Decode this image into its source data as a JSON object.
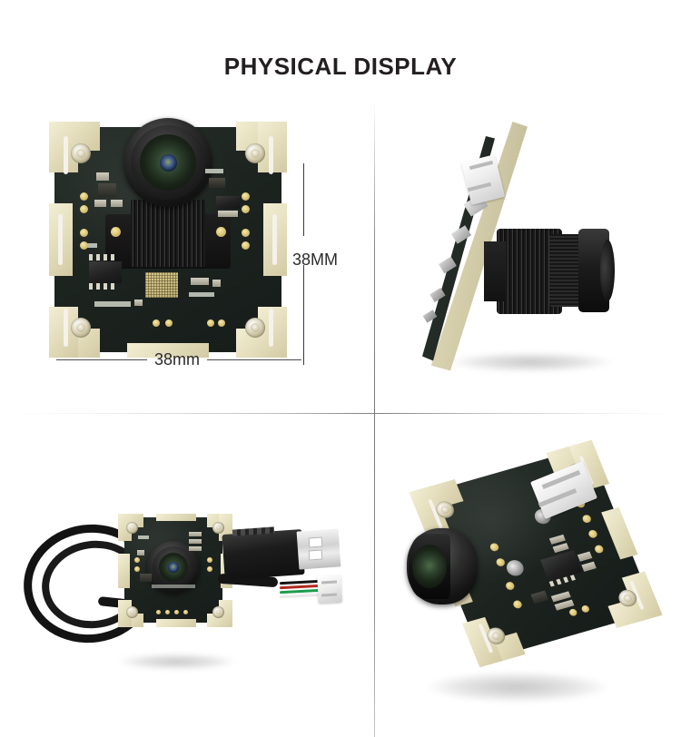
{
  "page": {
    "title": "PHYSICAL DISPLAY",
    "background_color": "#ffffff",
    "title_color": "#231f20",
    "divider_color": "#9a9a9a"
  },
  "dimensions": {
    "height_label": "38MM",
    "width_label": "38mm",
    "line_color": "#3a3a3a"
  },
  "panels": [
    {
      "id": "top-left",
      "name": "camera-module-front-view",
      "description": "Camera module PCB front view with lens, dimension callouts",
      "pcb_color": "#1d2420",
      "pad_color": "#e8e3c8",
      "lens_color": "#141414"
    },
    {
      "id": "top-right",
      "name": "camera-module-side-view",
      "description": "Camera module side profile showing lens barrel and white connector",
      "pcb_color": "#1d2420",
      "pad_color": "#e8e3c8",
      "lens_color": "#141414"
    },
    {
      "id": "bottom-left",
      "name": "camera-module-with-usb-cable",
      "description": "Camera module with coiled black USB cable and USB-A connector",
      "pcb_color": "#1d2420",
      "pad_color": "#e8e3c8",
      "cable_color": "#141414"
    },
    {
      "id": "bottom-right",
      "name": "camera-module-angled-view",
      "description": "Camera module angled perspective view with white JST connector",
      "pcb_color": "#1d2420",
      "pad_color": "#e8e3c8",
      "connector_color": "#ffffff"
    }
  ]
}
